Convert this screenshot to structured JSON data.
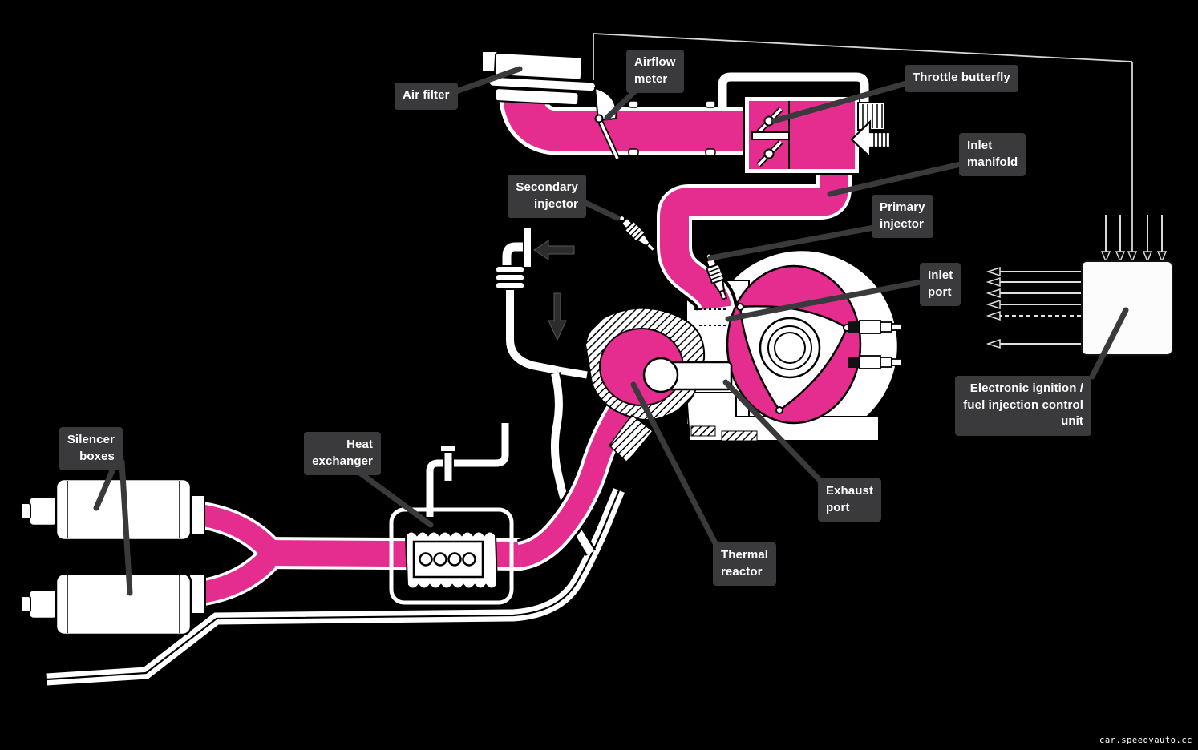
{
  "diagram_subject": "Rotary engine electronic fuel injection and exhaust system schematic",
  "labels": {
    "air_filter": "Air filter",
    "airflow_meter": "Airflow\nmeter",
    "throttle_butterfly": "Throttle butterfly",
    "inlet_manifold": "Inlet\nmanifold",
    "secondary_injector": "Secondary\ninjector",
    "primary_injector": "Primary\ninjector",
    "inlet_port": "Inlet\nport",
    "control_unit": "Electronic ignition /\nfuel injection control\nunit",
    "exhaust_port": "Exhaust\nport",
    "thermal_reactor": "Thermal\nreactor",
    "heat_exchanger": "Heat\nexchanger",
    "silencer_boxes": "Silencer\nboxes"
  },
  "watermark": "car.speedyauto.cc",
  "colors": {
    "pink": "#e52d8f",
    "label_bg": "#3a3a3c",
    "background": "#000000",
    "line_work": "#ffffff"
  }
}
